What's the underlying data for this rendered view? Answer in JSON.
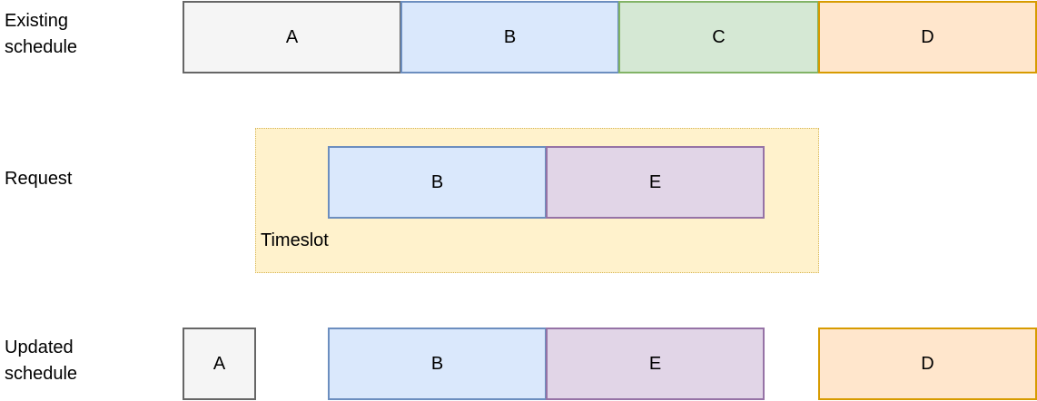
{
  "rows": {
    "existing": "Existing\nschedule",
    "request": "Request",
    "updated": "Updated\nschedule"
  },
  "timeslot_label": "Timeslot",
  "existing_blocks": [
    "A",
    "B",
    "C",
    "D"
  ],
  "request_blocks": [
    "B",
    "E"
  ],
  "updated_blocks": [
    "A",
    "B",
    "E",
    "D"
  ],
  "colors": {
    "A": {
      "fill": "#f5f5f5",
      "stroke": "#666666"
    },
    "B": {
      "fill": "#dae8fc",
      "stroke": "#6c8ebf"
    },
    "C": {
      "fill": "#d5e8d4",
      "stroke": "#82b366"
    },
    "D": {
      "fill": "#ffe6cc",
      "stroke": "#d79b00"
    },
    "E": {
      "fill": "#e1d5e7",
      "stroke": "#9673a6"
    },
    "timeslot": {
      "fill": "#fff2cc",
      "stroke": "#d6b656"
    }
  }
}
